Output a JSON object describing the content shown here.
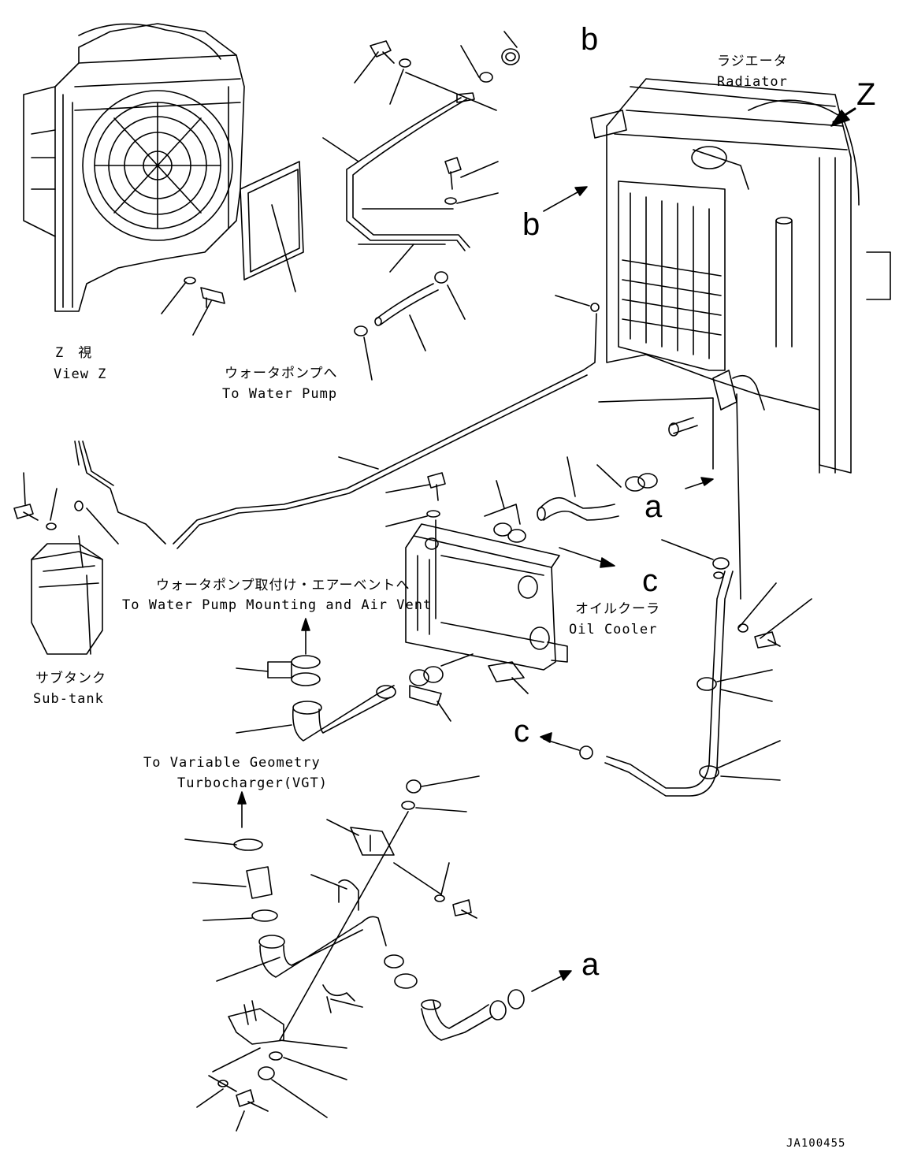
{
  "labels": {
    "radiator_jp": "ラジエータ",
    "radiator_en": "Radiator",
    "view_mark": "Z",
    "view_z_jp": "Z　視",
    "view_z_en": "View Z",
    "to_water_pump_jp": "ウォータポンプへ",
    "to_water_pump_en": "To Water Pump",
    "mounting_jp": "ウォータポンプ取付け・エアーベントへ",
    "mounting_en": "To Water Pump Mounting and Air Vent",
    "oil_cooler_jp": "オイルクーラ",
    "oil_cooler_en": "Oil Cooler",
    "sub_tank_jp": "サブタンク",
    "sub_tank_en": "Sub-tank",
    "vgt_line1": "To Variable Geometry",
    "vgt_line2": "Turbocharger(VGT)",
    "drawing_code": "JA100455"
  },
  "refs": {
    "b": "b",
    "a": "a",
    "c": "c"
  },
  "colors": {
    "line": "#000000",
    "background": "#ffffff"
  }
}
